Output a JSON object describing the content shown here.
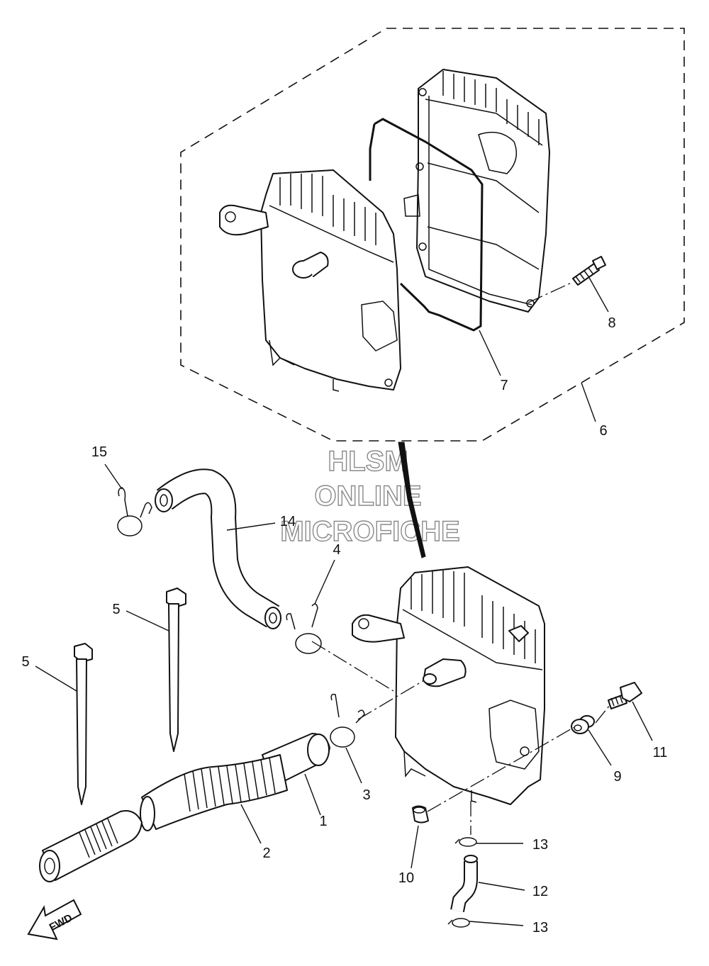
{
  "callouts": {
    "c1": "1",
    "c2": "2",
    "c3": "3",
    "c4": "4",
    "c5a": "5",
    "c5b": "5",
    "c6": "6",
    "c7": "7",
    "c8": "8",
    "c9": "9",
    "c10": "10",
    "c11": "11",
    "c12": "12",
    "c13a": "13",
    "c13b": "13",
    "c14": "14",
    "c15": "15"
  },
  "watermark": {
    "line1": "HLSM",
    "line2": "ONLINE",
    "line3": "MICROFICHE"
  },
  "fwd_label": "FWD"
}
